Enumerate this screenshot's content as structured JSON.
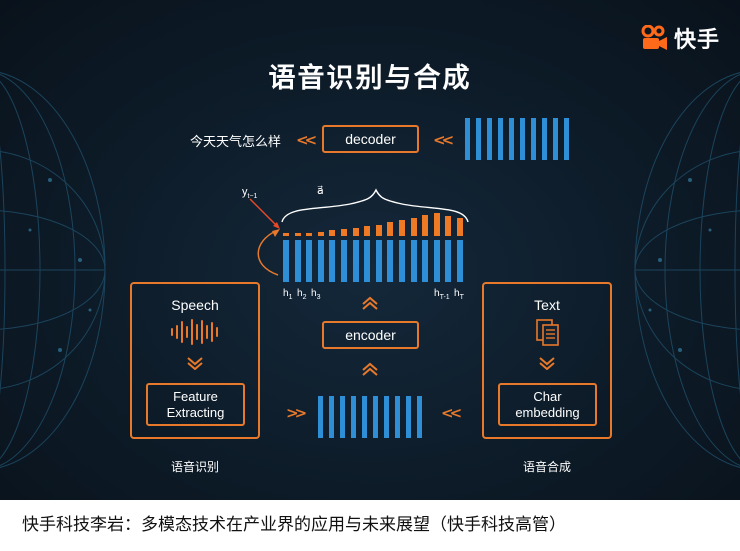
{
  "logo": {
    "text": "快手"
  },
  "title": "语音识别与合成",
  "output_text": "今天天气怎么样",
  "decoder_label": "decoder",
  "encoder_label": "encoder",
  "y_label": "y",
  "y_sub": "t−1",
  "a_label": "a⃗",
  "h_labels": [
    {
      "base": "h",
      "sub": "1"
    },
    {
      "base": "h",
      "sub": "2"
    },
    {
      "base": "h",
      "sub": "3"
    },
    {
      "base": "h",
      "sub": "T-1"
    },
    {
      "base": "h",
      "sub": "T"
    }
  ],
  "left_panel": {
    "speech_label": "Speech",
    "feature_label_line1": "Feature",
    "feature_label_line2": "Extracting",
    "caption": "语音识别"
  },
  "right_panel": {
    "text_label": "Text",
    "char_label_line1": "Char",
    "char_label_line2": "embedding",
    "caption": "语音合成"
  },
  "attention_weights": [
    0.0,
    0.0,
    0.1,
    0.15,
    0.2,
    0.25,
    0.3,
    0.35,
    0.4,
    0.5,
    0.58,
    0.66,
    0.75,
    0.82,
    0.72,
    0.66
  ],
  "colors": {
    "accent": "#e8792b",
    "bar": "#2f8fd6",
    "bar_orange": "#ef7a25"
  },
  "bottom_caption": "快手科技李岩：多模态技术在产业界的应用与未来展望（快手科技高管）"
}
